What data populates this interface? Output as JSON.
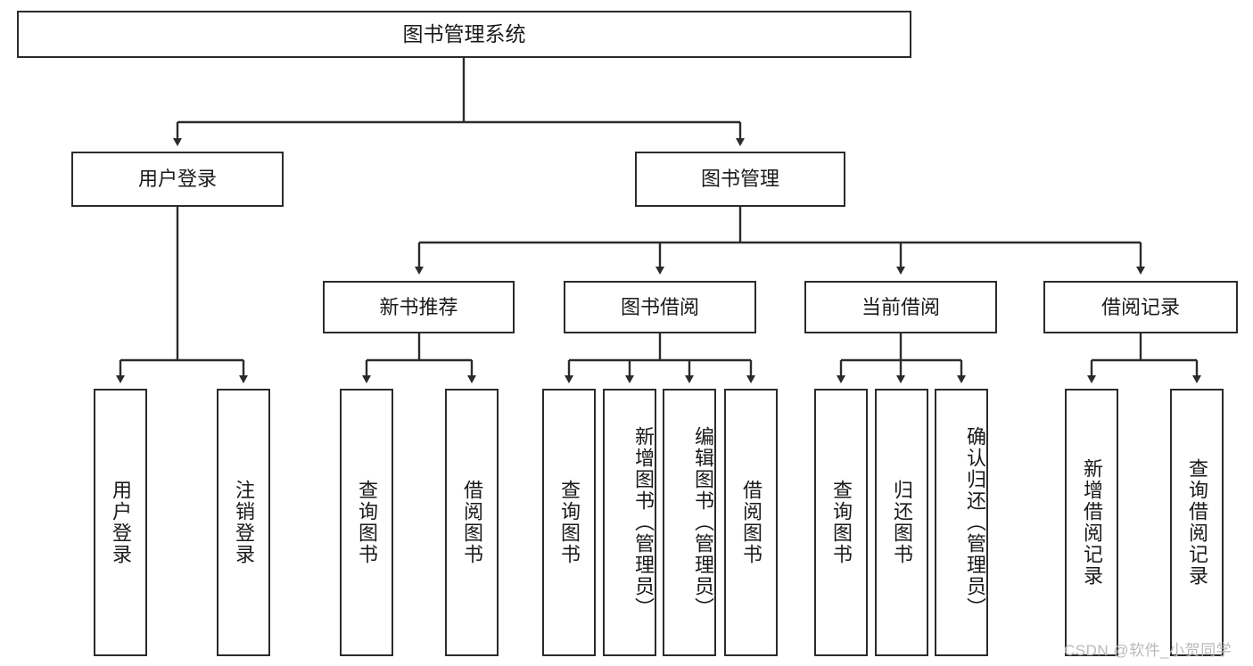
{
  "diagram": {
    "title": "图书管理系统",
    "type": "tree-hierarchy-chart",
    "root": {
      "id": "root",
      "label": "图书管理系统"
    },
    "level2": [
      {
        "id": "user-login",
        "label": "用户登录"
      },
      {
        "id": "book-manage",
        "label": "图书管理"
      }
    ],
    "level3": [
      {
        "id": "new-book-rec",
        "label": "新书推荐"
      },
      {
        "id": "book-borrow",
        "label": "图书借阅"
      },
      {
        "id": "current-borrow",
        "label": "当前借阅"
      },
      {
        "id": "borrow-record",
        "label": "借阅记录"
      }
    ],
    "leaves": [
      {
        "id": "leaf-user-login",
        "label": "用户登录",
        "parent": "user-login"
      },
      {
        "id": "leaf-user-logout",
        "label": "注销登录",
        "parent": "user-login"
      },
      {
        "id": "leaf-query-book-1",
        "label": "查询图书",
        "parent": "new-book-rec"
      },
      {
        "id": "leaf-borrow-book-1",
        "label": "借阅图书",
        "parent": "new-book-rec"
      },
      {
        "id": "leaf-query-book-2",
        "label": "查询图书",
        "parent": "book-borrow"
      },
      {
        "id": "leaf-add-book",
        "label": "新增图书（管理员）",
        "parent": "book-borrow"
      },
      {
        "id": "leaf-edit-book",
        "label": "编辑图书（管理员）",
        "parent": "book-borrow"
      },
      {
        "id": "leaf-borrow-book-2",
        "label": "借阅图书",
        "parent": "book-borrow"
      },
      {
        "id": "leaf-query-book-3",
        "label": "查询图书",
        "parent": "current-borrow"
      },
      {
        "id": "leaf-return-book",
        "label": "归还图书",
        "parent": "current-borrow"
      },
      {
        "id": "leaf-confirm-return",
        "label": "确认归还（管理员）",
        "parent": "current-borrow"
      },
      {
        "id": "leaf-add-record",
        "label": "新增借阅记录",
        "parent": "borrow-record"
      },
      {
        "id": "leaf-query-record",
        "label": "查询借阅记录",
        "parent": "borrow-record"
      }
    ]
  },
  "watermark": {
    "text": "CSDN @软件_小贺同学"
  },
  "colors": {
    "border": "#2b2b2b",
    "text": "#1a1a1a",
    "background": "#ffffff",
    "watermark": "#b9b9b9"
  }
}
